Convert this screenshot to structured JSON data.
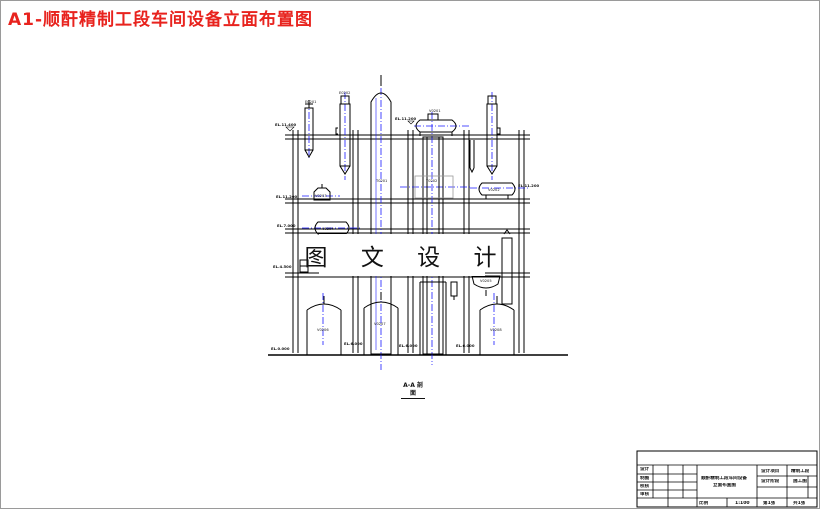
{
  "title": "A1-顺酐精制工段车间设备立面布置图",
  "watermark": "图 文 设 计",
  "section_caption": "A-A 剖面",
  "title_block": {
    "signature_labels": [
      "设计",
      "制图",
      "校核",
      "审核"
    ],
    "drawing_name_line1": "顺酐精制工段车间设备",
    "drawing_name_line2": "立面布置图",
    "project_label": "设计项目",
    "project_value": "精制工段",
    "stage_label": "设计阶段",
    "stage_value": "施工图",
    "scale_label": "比例",
    "scale_value": "1:100",
    "sheet_label": "第1张",
    "total_label": "共1张"
  },
  "colors": {
    "title": "#e8231e",
    "centerline": "#1a1aff",
    "structure": "#000000",
    "sheet_border": "#9a9a9a"
  },
  "elevation_marks": [
    "EL.11.400",
    "EL.11.200",
    "EL.7.000",
    "EL.6.000",
    "EL.4.500",
    "EL.0.000"
  ],
  "equipment_tags": [
    "V0201",
    "E0201",
    "T0201",
    "V0202",
    "E0202",
    "T0202",
    "V0203",
    "V0204",
    "V0205",
    "V0206",
    "V0207",
    "V0208"
  ],
  "elevation_icons": [
    "elevation-marker-icon"
  ]
}
